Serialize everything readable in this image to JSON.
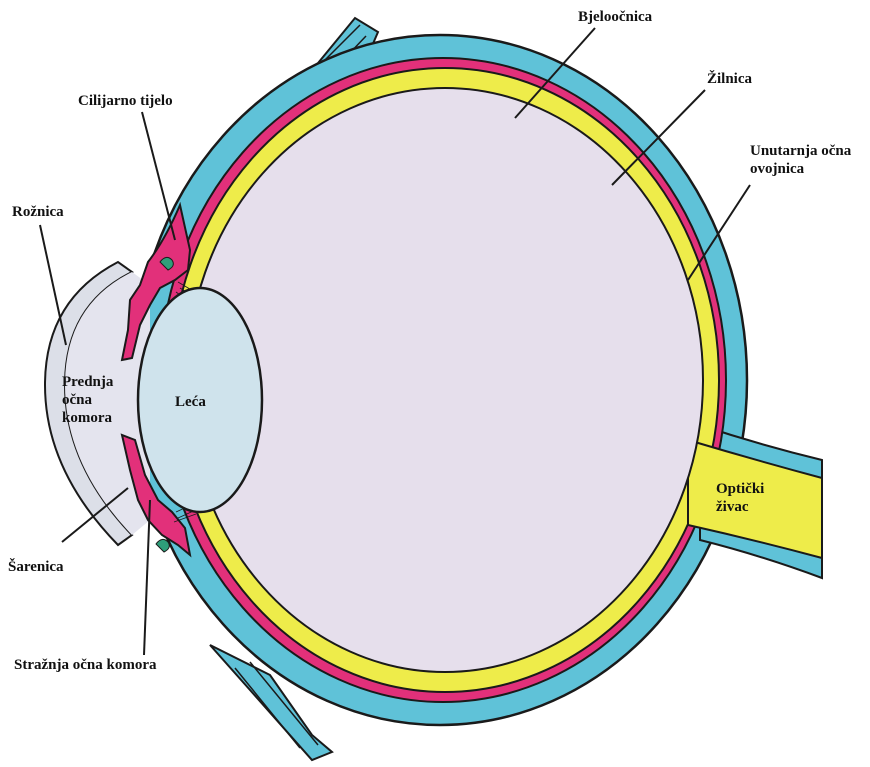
{
  "labels": {
    "sclera": "Bjeloočnica",
    "choroid": "Žilnica",
    "retina_line1": "Unutarnja očna",
    "retina_line2": "ovojnica",
    "ciliary_body": "Cilijarno tijelo",
    "cornea": "Rožnica",
    "anterior_chamber_line1": "Prednja",
    "anterior_chamber_line2": "očna",
    "anterior_chamber_line3": "komora",
    "lens": "Leća",
    "iris": "Šarenica",
    "posterior_chamber": "Stražnja očna komora",
    "optic_nerve_line1": "Optički",
    "optic_nerve_line2": "živac"
  },
  "colors": {
    "sclera": "#5fc2d8",
    "choroid": "#e2307a",
    "retina": "#eeec4a",
    "vitreous": "#e6dfec",
    "lens": "#cfe3ec",
    "cornea": "#dcdfe8",
    "outline": "#1a1a1a"
  }
}
